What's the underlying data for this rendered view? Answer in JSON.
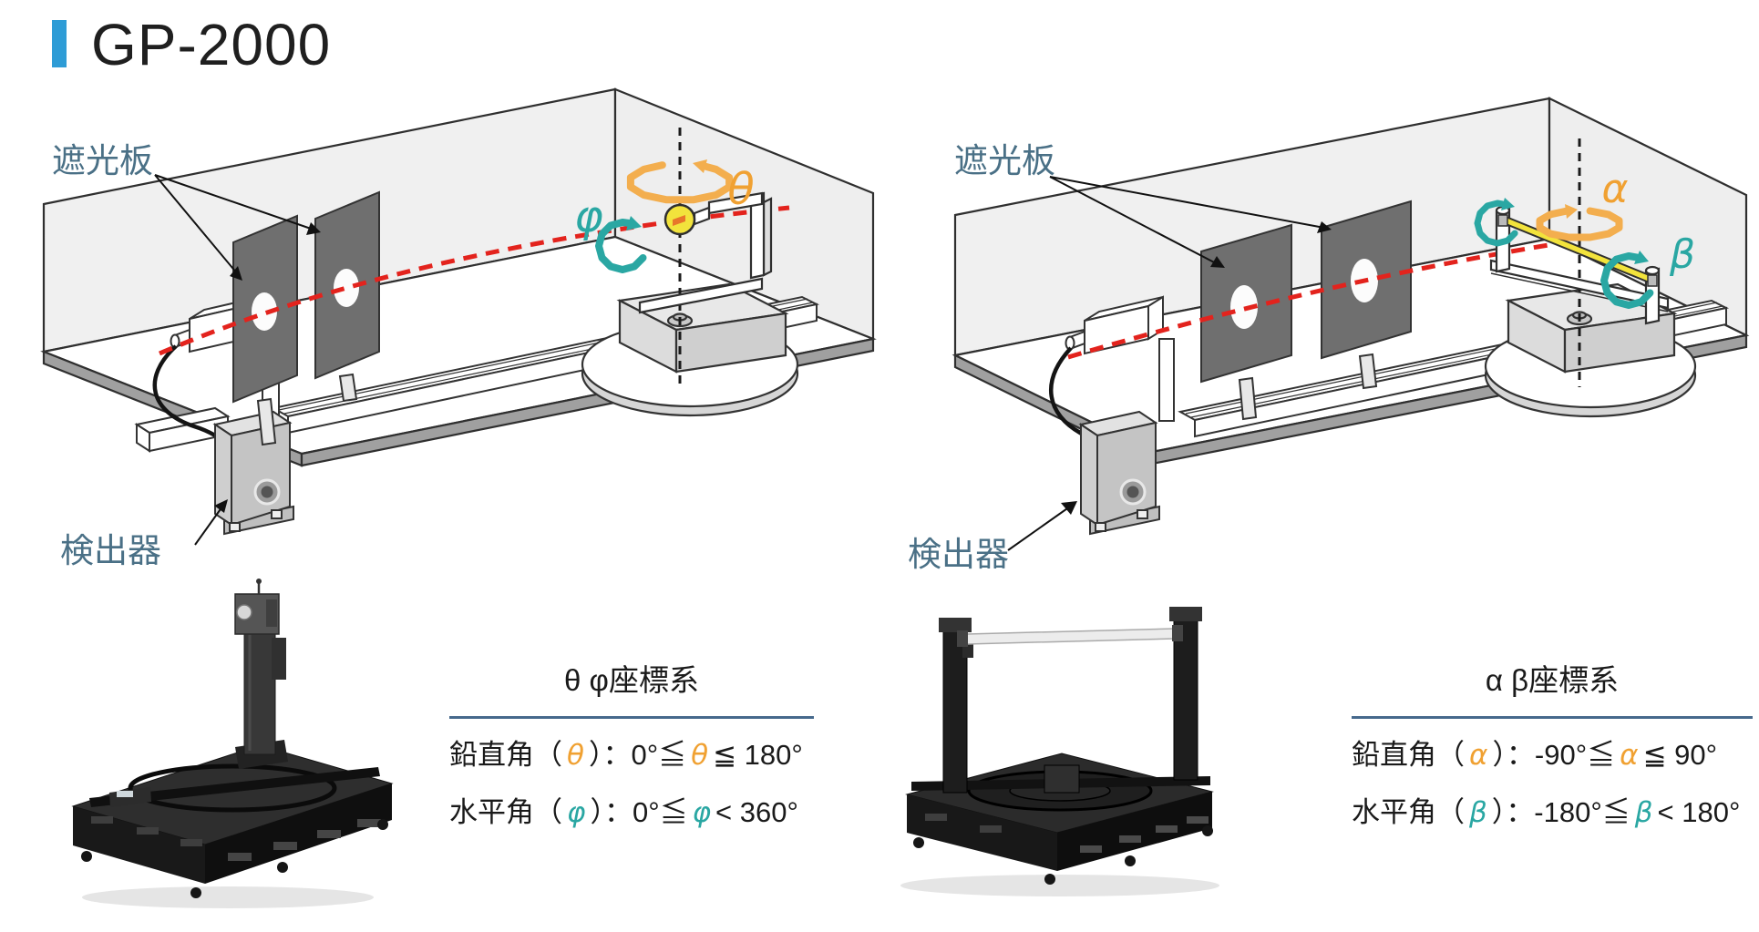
{
  "header": {
    "title": "GP-2000",
    "accent_color": "#2E9CD6"
  },
  "colors": {
    "vertical_angle_orange": "#F0A132",
    "horizontal_angle_teal": "#2AA7A3",
    "beam_red": "#E3231D",
    "label_slate_blue": "#4A7086",
    "divider_blue": "#46698C",
    "lamp_yellow": "#F2E33C",
    "shield_plate_gray": "#6F6F6F",
    "wall_gray": "#F0F0F0"
  },
  "diagrams": {
    "theta_phi": {
      "shield_plate_label": "遮光板",
      "detector_label": "検出器",
      "vertical_angle_symbol": "θ",
      "horizontal_angle_symbol": "φ"
    },
    "alpha_beta": {
      "shield_plate_label": "遮光板",
      "detector_label": "検出器",
      "vertical_angle_symbol": "α",
      "horizontal_angle_symbol": "β"
    }
  },
  "panels": {
    "theta_phi": {
      "title": "θ φ座標系",
      "vertical": {
        "prefix": "鉛直角（",
        "symbol": "θ",
        "mid": "）：0°≦",
        "symbol2": "θ",
        "suffix": "≦ 180°"
      },
      "horizontal": {
        "prefix": "水平角（",
        "symbol": "φ",
        "mid": "）：0°≦",
        "symbol2": "φ",
        "suffix": "< 360°"
      }
    },
    "alpha_beta": {
      "title": "α β座標系",
      "vertical": {
        "prefix": "鉛直角（",
        "symbol": "α",
        "mid": "）：-90°≦",
        "symbol2": "α",
        "suffix": "≦ 90°"
      },
      "horizontal": {
        "prefix": "水平角（",
        "symbol": "β",
        "mid": "）：-180°≦",
        "symbol2": "β",
        "suffix": "< 180°"
      }
    }
  }
}
